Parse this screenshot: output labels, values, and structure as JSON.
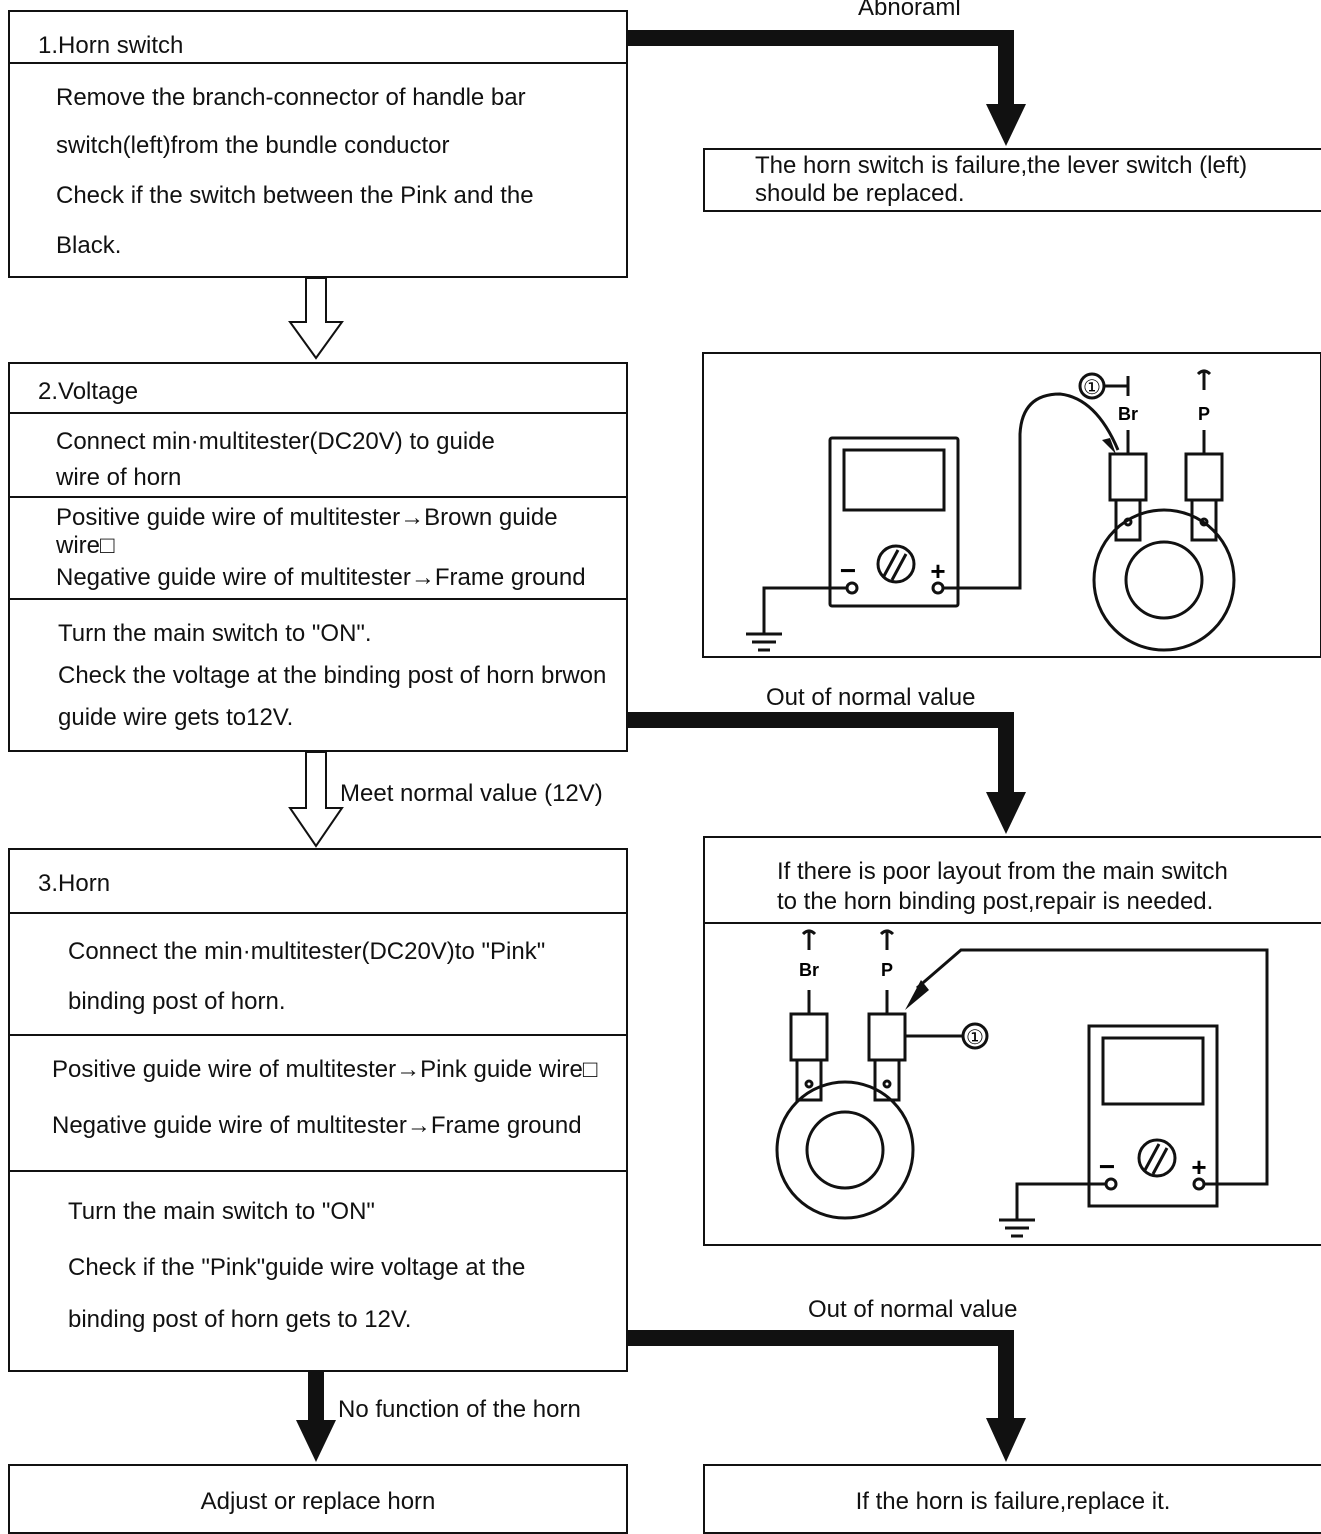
{
  "step1": {
    "title": "1.Horn switch",
    "line1": "Remove the branch-connector of handle bar",
    "line2": "switch(left)from the bundle conductor",
    "line3": "Check if the switch between the Pink and the",
    "line4": "Black."
  },
  "abnormal": {
    "label": "Abnoraml",
    "line1": "The horn switch is failure,the lever switch (left)",
    "line2": "should be replaced."
  },
  "step2": {
    "title": "2.Voltage",
    "line1": "Connect min·multitester(DC20V) to guide",
    "line2": "wire of horn",
    "line3": "Positive guide wire of multitester→Brown guide",
    "line4": "wire□",
    "line5": "Negative guide wire of multitester→Frame ground",
    "line6": "Turn the main switch to \"ON\".",
    "line7": "Check the voltage at the binding post of horn brwon",
    "line8": "guide wire gets to12V."
  },
  "out1": {
    "label": "Out of normal value",
    "line1": "If there is poor layout from the main switch",
    "line2": "to the horn binding post,repair is needed."
  },
  "meet": {
    "label": "Meet normal value (12V)"
  },
  "step3": {
    "title": "3.Horn",
    "line1": "Connect the min·multitester(DC20V)to \"Pink\"",
    "line2": "binding post of horn.",
    "line3": "Positive guide wire of multitester→Pink guide wire□",
    "line4": "Negative guide wire of multitester→Frame ground",
    "line5": "Turn the main switch to \"ON\"",
    "line6": "Check if the \"Pink\"guide wire voltage at the",
    "line7": "binding post of horn gets to 12V."
  },
  "out2": {
    "label": "Out of normal value"
  },
  "nofunc": {
    "label": "No function of the horn"
  },
  "final_left": {
    "label": "Adjust or replace horn"
  },
  "final_right": {
    "label": "If the horn is failure,replace it."
  },
  "diagram1": {
    "callout": "①",
    "label_br": "Br",
    "label_p": "P",
    "minus": "−",
    "plus": "+"
  },
  "diagram2": {
    "callout": "①",
    "label_br": "Br",
    "label_p": "P",
    "minus": "−",
    "plus": "+"
  }
}
